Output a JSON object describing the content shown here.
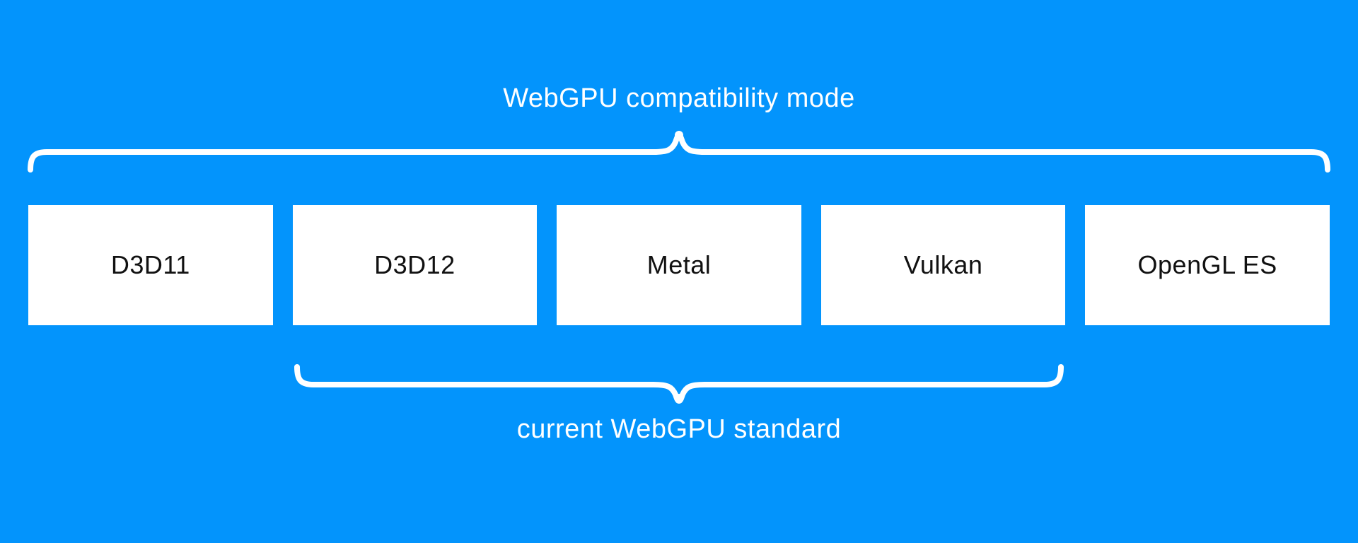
{
  "colors": {
    "background": "#0394fc",
    "box_bg": "#ffffff",
    "box_text": "#111111",
    "label_text": "#ffffff",
    "brace": "#ffffff"
  },
  "annotations": {
    "top": "WebGPU compatibility mode",
    "bottom": "current WebGPU standard"
  },
  "apis": [
    {
      "label": "D3D11"
    },
    {
      "label": "D3D12"
    },
    {
      "label": "Metal"
    },
    {
      "label": "Vulkan"
    },
    {
      "label": "OpenGL ES"
    }
  ]
}
